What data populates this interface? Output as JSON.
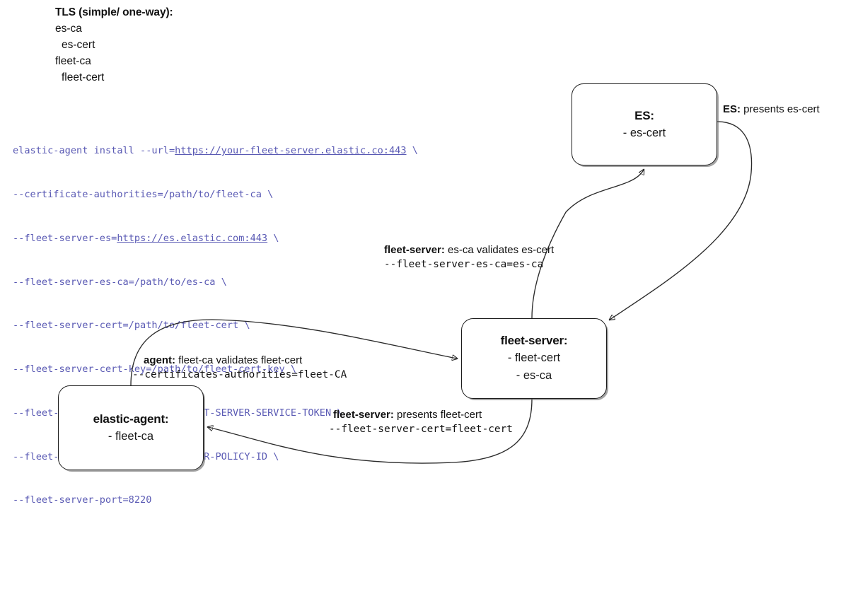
{
  "legend": {
    "title": "TLS (simple/ one-way):",
    "lines": [
      {
        "text": "es-ca",
        "indent": false
      },
      {
        "text": "es-cert",
        "indent": true
      },
      {
        "text": "fleet-ca",
        "indent": false
      },
      {
        "text": "fleet-cert",
        "indent": true
      }
    ]
  },
  "command": {
    "lines": [
      {
        "pre": "elastic-agent install --url=",
        "link": "https://your-fleet-server.elastic.co:443",
        "post": " \\"
      },
      {
        "pre": "--certificate-authorities=/path/to/fleet-ca \\",
        "link": "",
        "post": ""
      },
      {
        "pre": "--fleet-server-es=",
        "link": "https://es.elastic.com:443",
        "post": " \\"
      },
      {
        "pre": "--fleet-server-es-ca=/path/to/es-ca \\",
        "link": "",
        "post": ""
      },
      {
        "pre": "--fleet-server-cert=/path/to/fleet-cert \\",
        "link": "",
        "post": ""
      },
      {
        "pre": "--fleet-server-cert-key=/path/to/fleet-cert-key \\",
        "link": "",
        "post": ""
      },
      {
        "pre": "--fleet-server-service-token=FLEET-SERVER-SERVICE-TOKEN \\",
        "link": "",
        "post": ""
      },
      {
        "pre": "--fleet-server-policy=FLEET-SERVER-POLICY-ID \\",
        "link": "",
        "post": ""
      },
      {
        "pre": "--fleet-server-port=8220",
        "link": "",
        "post": ""
      }
    ],
    "color": "#5a5ab4"
  },
  "nodes": {
    "es": {
      "title": "ES:",
      "line1": "- es-cert",
      "line2": ""
    },
    "fleet_server": {
      "title": "fleet-server:",
      "line1": "- fleet-cert",
      "line2": "- es-ca"
    },
    "elastic_agent": {
      "title": "elastic-agent:",
      "line1": "- fleet-ca",
      "line2": ""
    }
  },
  "edge_labels": {
    "es_presents": {
      "bold": "ES:",
      "rest": " presents es-cert",
      "code": ""
    },
    "fs_validates": {
      "bold": "fleet-server:",
      "rest": " es-ca validates es-cert",
      "code": "--fleet-server-es-ca=es-ca"
    },
    "agent_validates": {
      "bold": "agent:",
      "rest": " fleet-ca validates fleet-cert",
      "code": "--certificates-authorities=fleet-CA"
    },
    "fs_presents": {
      "bold": "fleet-server:",
      "rest": " presents fleet-cert",
      "code": "--fleet-server-cert=fleet-cert"
    }
  },
  "colors": {
    "code_text": "#5a5ab4",
    "stroke": "#2b2b2b",
    "text": "#111111",
    "background": "#ffffff"
  }
}
